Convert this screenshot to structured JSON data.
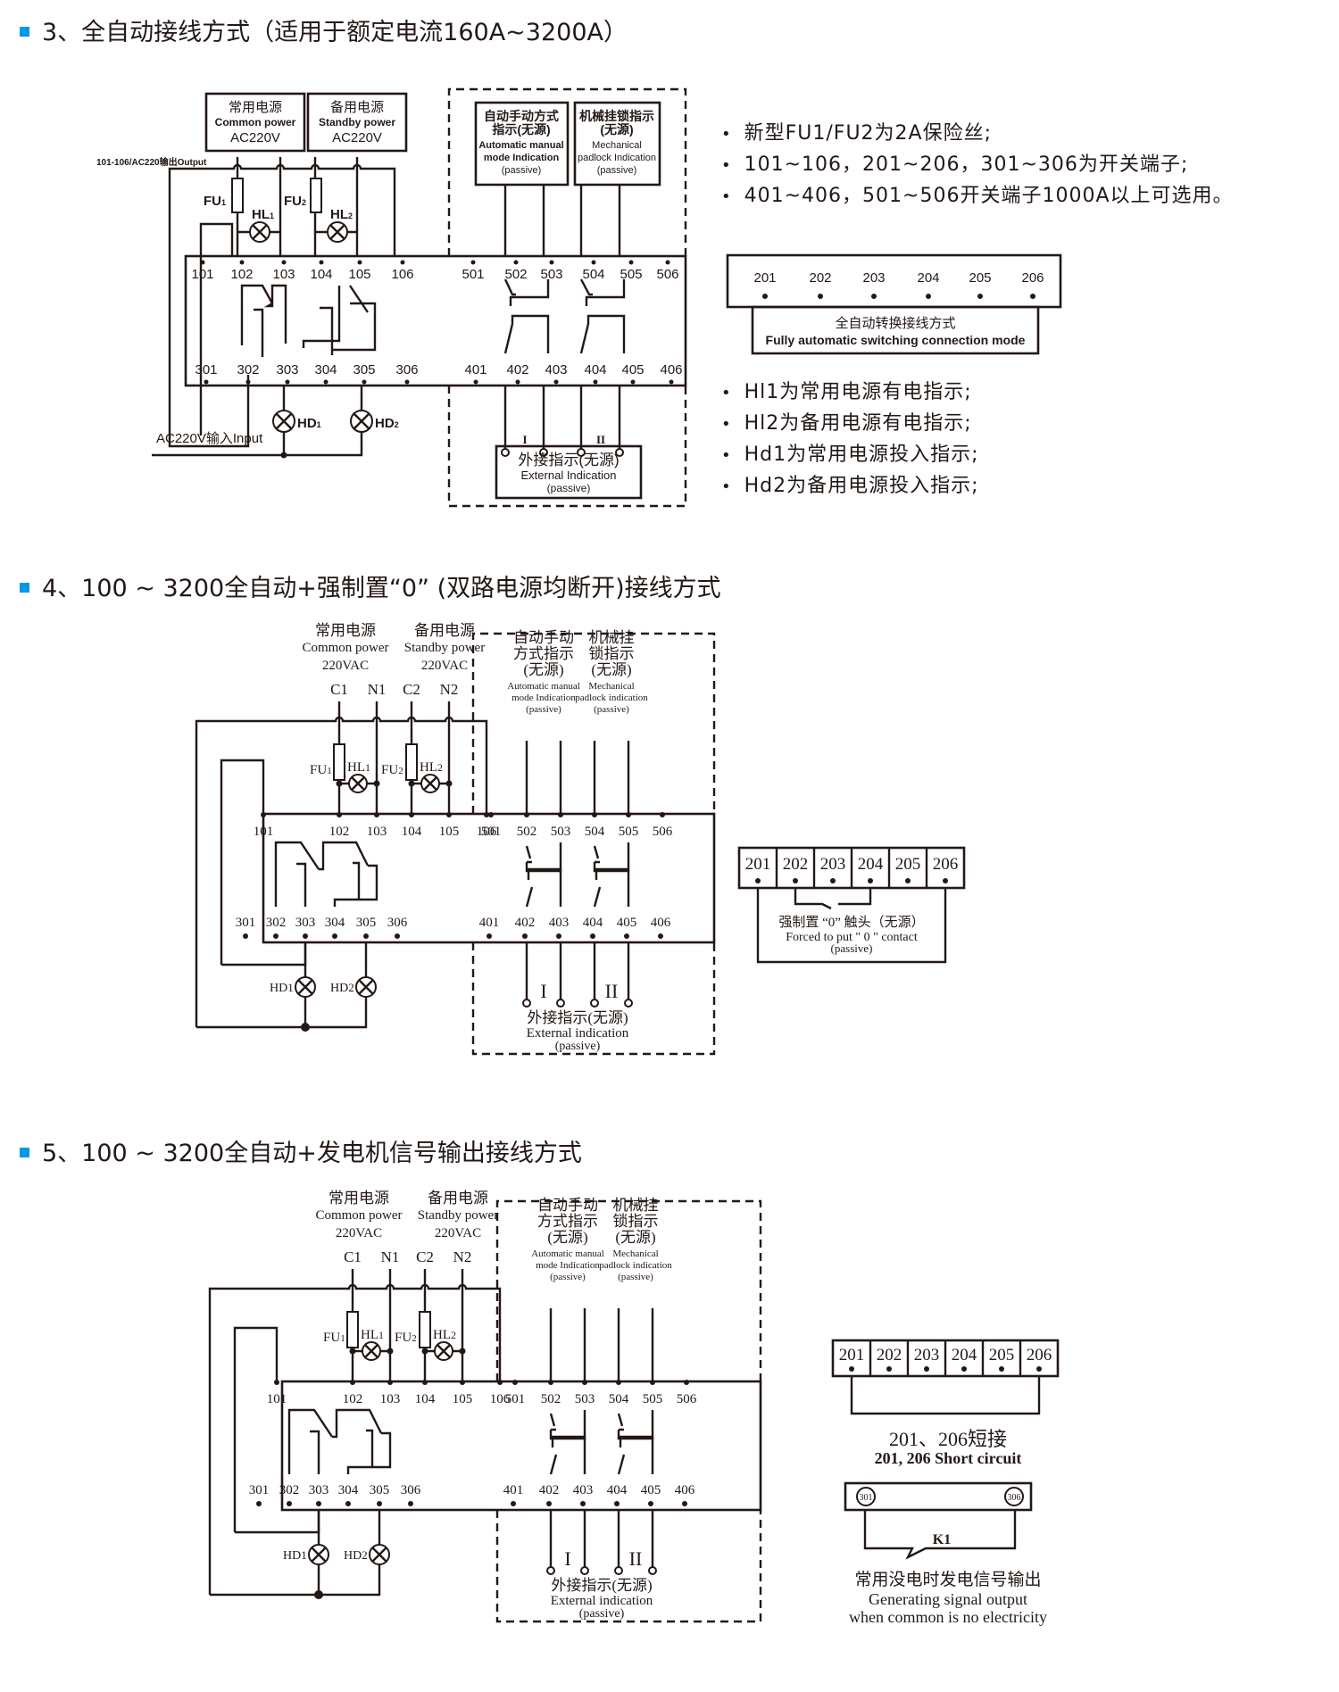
{
  "accent_color": "#0099e6",
  "section3": {
    "title": "3、全自动接线方式（适用于额定电流160A~3200A）",
    "common_power": {
      "zh": "常用电源",
      "en": "Common power",
      "volt": "AC220V"
    },
    "standby_power": {
      "zh": "备用电源",
      "en": "Standby power",
      "volt": "AC220V"
    },
    "output_label": "101-106/AC220输出Output",
    "input_label": "AC220V输入Input",
    "fu1": "FU",
    "fu1_sub": "1",
    "fu2": "FU",
    "fu2_sub": "2",
    "hl1": "HL",
    "hl1_sub": "1",
    "hl2": "HL",
    "hl2_sub": "2",
    "hd1": "HD",
    "hd1_sub": "1",
    "hd2": "HD",
    "hd2_sub": "2",
    "auto_manual": {
      "zh1": "自动手动方式",
      "zh2": "指示(无源)",
      "en1": "Automatic manual",
      "en2": "mode Indication",
      "en3": "(passive)"
    },
    "padlock": {
      "zh1": "机械挂锁指示",
      "zh2": "(无源)",
      "en1": "Mechanical",
      "en2": "padlock Indication",
      "en3": "(passive)"
    },
    "external": {
      "zh": "外接指示(无源)",
      "en": "External Indication",
      "en2": "(passive)",
      "i": "I",
      "ii": "II"
    },
    "terminals_top": [
      "101",
      "102",
      "103",
      "104",
      "105",
      "106",
      "501",
      "502",
      "503",
      "504",
      "505",
      "506"
    ],
    "terminals_bottom": [
      "301",
      "302",
      "303",
      "304",
      "305",
      "306",
      "401",
      "402",
      "403",
      "404",
      "405",
      "406"
    ],
    "aux_terminals": [
      "201",
      "202",
      "203",
      "204",
      "205",
      "206"
    ],
    "aux_caption_zh": "全自动转换接线方式",
    "aux_caption_en": "Fully automatic switching connection mode",
    "notes_a": [
      "新型FU1/FU2为2A保险丝;",
      "101~106，201~206，301~306为开关端子;",
      "401~406，501~506开关端子1000A以上可选用。"
    ],
    "notes_b": [
      "Hl1为常用电源有电指示;",
      "Hl2为备用电源有电指示;",
      "Hd1为常用电源投入指示;",
      "Hd2为备用电源投入指示;"
    ]
  },
  "section4": {
    "title": "4、100 ~ 3200全自动+强制置“0” (双路电源均断开)接线方式",
    "common_power": {
      "zh": "常用电源",
      "en": "Common power",
      "volt": "220VAC"
    },
    "standby_power": {
      "zh": "备用电源",
      "en": "Standby power",
      "volt": "220VAC"
    },
    "phases": [
      "C1",
      "N1",
      "C2",
      "N2"
    ],
    "fu1": "FU",
    "fu1_sub": "1",
    "fu2": "FU",
    "fu2_sub": "2",
    "hl1": "HL",
    "hl1_sub": "1",
    "hl2": "HL",
    "hl2_sub": "2",
    "hd1": "HD",
    "hd1_sub": "1",
    "hd2": "HD",
    "hd2_sub": "2",
    "auto_manual": {
      "zh1": "自动手动",
      "zh2": "方式指示",
      "zh3": "(无源)",
      "en1": "Automatic manual",
      "en2": "mode Indication",
      "en3": "(passive)"
    },
    "padlock": {
      "zh1": "机械挂",
      "zh2": "锁指示",
      "zh3": "(无源)",
      "en1": "Mechanical",
      "en2": "padlock indication",
      "en3": "(passive)"
    },
    "external": {
      "zh": "外接指示(无源)",
      "en": "External indication",
      "en2": "(passive)",
      "i": "I",
      "ii": "II"
    },
    "terminals_top": [
      "101",
      "102",
      "103",
      "104",
      "105",
      "106",
      "501",
      "502",
      "503",
      "504",
      "505",
      "506"
    ],
    "terminals_bottom": [
      "301",
      "302",
      "303",
      "304",
      "305",
      "306",
      "401",
      "402",
      "403",
      "404",
      "405",
      "406"
    ],
    "aux_terminals": [
      "201",
      "202",
      "203",
      "204",
      "205",
      "206"
    ],
    "aux_caption_zh": "强制置 “0” 触头（无源）",
    "aux_caption_en": "Forced to put \" 0 \" contact",
    "aux_caption_en2": "(passive)"
  },
  "section5": {
    "title": "5、100 ~ 3200全自动+发电机信号输出接线方式",
    "common_power": {
      "zh": "常用电源",
      "en": "Common power",
      "volt": "220VAC"
    },
    "standby_power": {
      "zh": "备用电源",
      "en": "Standby power",
      "volt": "220VAC"
    },
    "phases": [
      "C1",
      "N1",
      "C2",
      "N2"
    ],
    "fu1": "FU",
    "fu1_sub": "1",
    "fu2": "FU",
    "fu2_sub": "2",
    "hl1": "HL",
    "hl1_sub": "1",
    "hl2": "HL",
    "hl2_sub": "2",
    "hd1": "HD",
    "hd1_sub": "1",
    "hd2": "HD",
    "hd2_sub": "2",
    "auto_manual": {
      "zh1": "自动手动",
      "zh2": "方式指示",
      "zh3": "(无源)",
      "en1": "Automatic manual",
      "en2": "mode Indication",
      "en3": "(passive)"
    },
    "padlock": {
      "zh1": "机械挂",
      "zh2": "锁指示",
      "zh3": "(无源)",
      "en1": "Mechanical",
      "en2": "padlock indication",
      "en3": "(passive)"
    },
    "external": {
      "zh": "外接指示(无源)",
      "en": "External indication",
      "en2": "(passive)",
      "i": "I",
      "ii": "II"
    },
    "terminals_top": [
      "101",
      "102",
      "103",
      "104",
      "105",
      "106",
      "501",
      "502",
      "503",
      "504",
      "505",
      "506"
    ],
    "terminals_bottom": [
      "301",
      "302",
      "303",
      "304",
      "305",
      "306",
      "401",
      "402",
      "403",
      "404",
      "405",
      "406"
    ],
    "aux_terminals": [
      "201",
      "202",
      "203",
      "204",
      "205",
      "206"
    ],
    "short_zh": "201、206短接",
    "short_en": "201, 206 Short circuit",
    "gen_terminals": [
      "301",
      "306"
    ],
    "k1": "K1",
    "gen_zh": "常用没电时发电信号输出",
    "gen_en1": "Generating signal output",
    "gen_en2": "when common is no electricity"
  }
}
